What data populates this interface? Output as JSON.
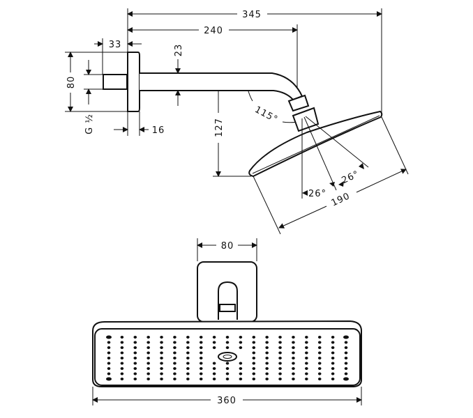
{
  "side_view": {
    "dim_345": "345",
    "dim_240": "240",
    "dim_33": "33",
    "dim_80": "80",
    "dim_thread": "G ½",
    "dim_16": "16",
    "dim_23": "23",
    "dim_127": "127",
    "angle_115": "115°",
    "angle_26_left": "26°",
    "angle_26_right": "26°",
    "dim_190": "190"
  },
  "front_view": {
    "dim_80": "80",
    "dim_360": "360",
    "nozzle_columns": 19,
    "nozzle_rows": 9
  }
}
